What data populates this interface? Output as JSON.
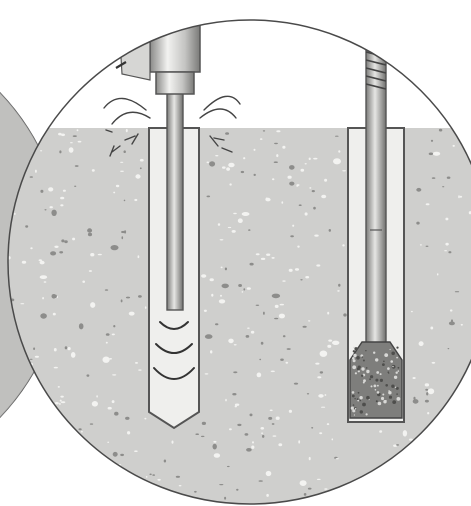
{
  "colors": {
    "background": "#ffffff",
    "concrete": "#cfcfcd",
    "concrete_speck_light": "#f3f3f1",
    "concrete_speck_dark": "#8d8d8b",
    "circle_outline": "#4a4a4a",
    "neighbor_fill": "#a8a8a6",
    "borehole_fill": "#eeeeec",
    "borehole_edge": "#5a5a5a",
    "metal_light": "#e9e9e7",
    "metal_mid": "#bdbdbb",
    "metal_dark": "#6f6f6f",
    "mortar": "#7e7e7c"
  },
  "icons": {
    "concrete_block": "concrete-block",
    "left_borehole": "borehole-cleaning",
    "right_borehole": "borehole-anchor-rod",
    "cleaning_nozzle": "air-nozzle-icon",
    "threaded_rod": "threaded-rod-icon"
  }
}
